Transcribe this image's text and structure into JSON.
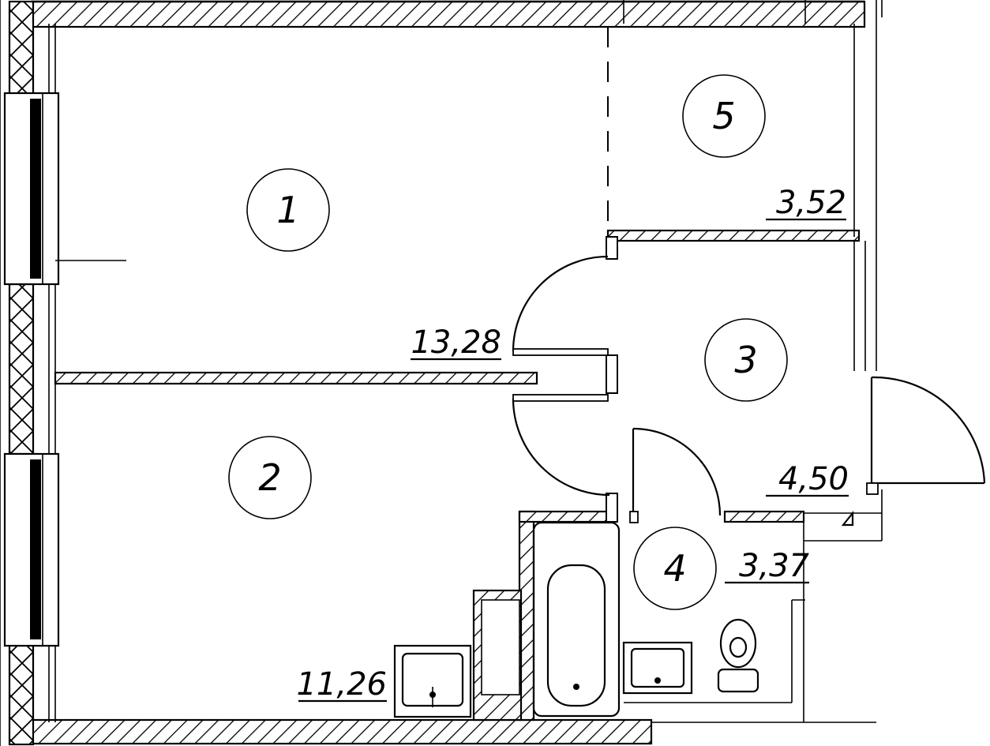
{
  "rooms": [
    {
      "number": "1",
      "area": "13,28"
    },
    {
      "number": "2",
      "area": "11,26"
    },
    {
      "number": "3",
      "area": "4,50"
    },
    {
      "number": "4",
      "area": "3,37"
    },
    {
      "number": "5",
      "area": "3,52"
    }
  ]
}
